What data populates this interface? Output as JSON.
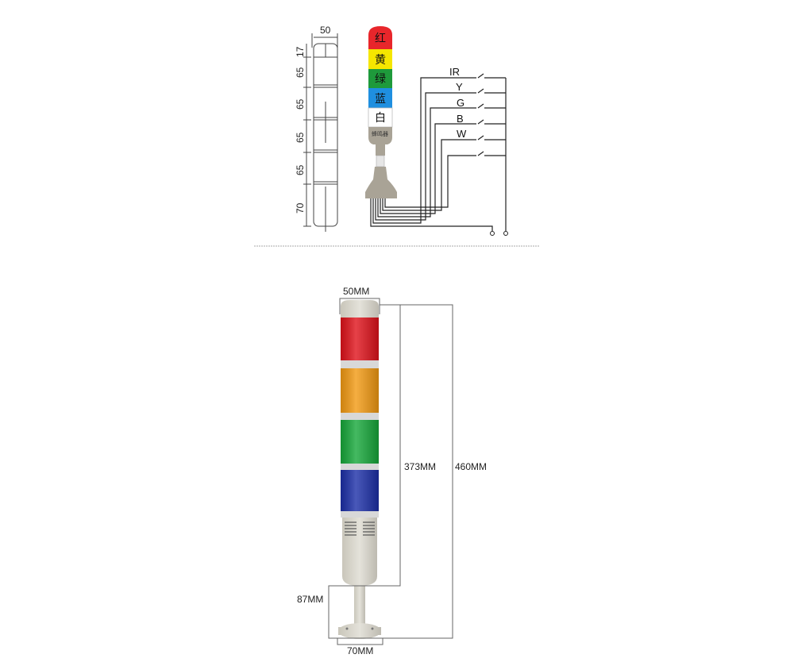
{
  "drawing": {
    "dimensions": {
      "width": "50",
      "heights": [
        "17",
        "65",
        "65",
        "65",
        "65",
        "70"
      ]
    },
    "stack_labels": [
      {
        "label": "红",
        "color": "#e8262b"
      },
      {
        "label": "黄",
        "color": "#f5e600"
      },
      {
        "label": "绿",
        "color": "#1e9a3b"
      },
      {
        "label": "蓝",
        "color": "#1f8fe0"
      },
      {
        "label": "白",
        "color": "#ffffff"
      }
    ],
    "buzzer_label": "蜂鸣器",
    "wiring_labels": [
      "IR",
      "Y",
      "G",
      "B",
      "W"
    ]
  },
  "photo": {
    "top_width": "50MM",
    "body_height": "373MM",
    "total_height": "460MM",
    "pole_height": "87MM",
    "base_width": "70MM",
    "light_colors": [
      "#e0121b",
      "#f39a12",
      "#16a83a",
      "#1c2fa8"
    ]
  }
}
